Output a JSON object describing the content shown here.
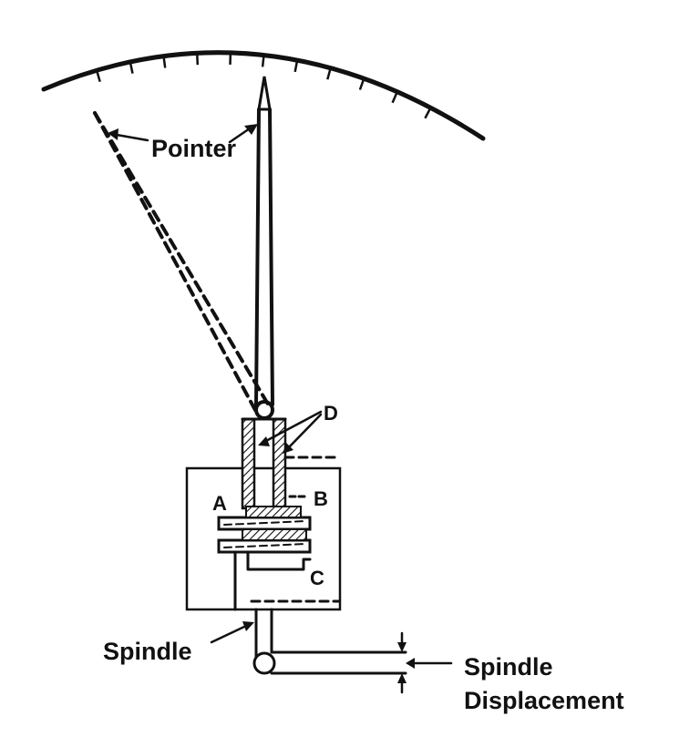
{
  "labels": {
    "pointer": "Pointer",
    "d": "D",
    "a": "A",
    "b": "B",
    "c": "C",
    "spindle": "Spindle",
    "spindle_displacement_line1": "Spindle",
    "spindle_displacement_line2": "Displacement"
  },
  "colors": {
    "ink": "#111111",
    "background": "#ffffff"
  },
  "scale_tick_count": 11
}
